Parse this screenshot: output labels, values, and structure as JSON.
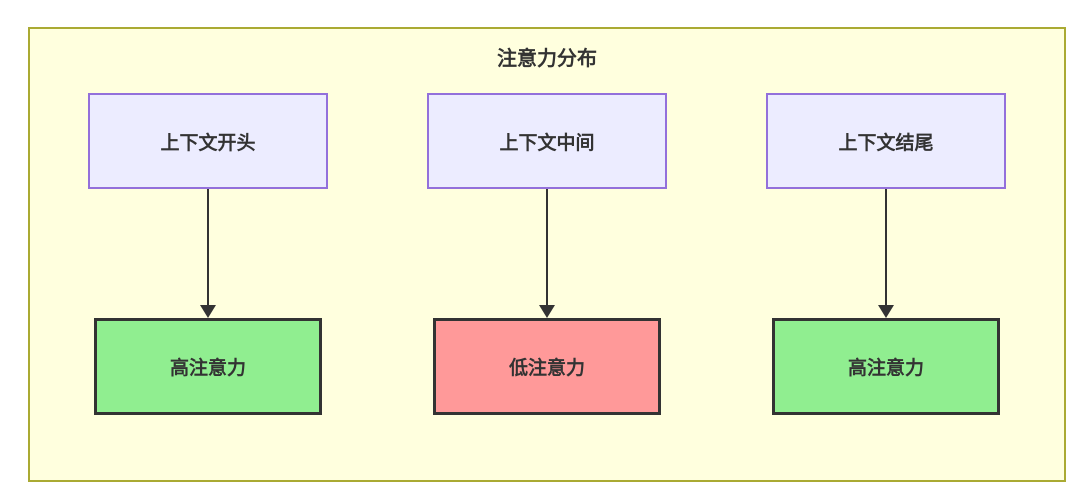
{
  "diagram": {
    "title": "注意力分布",
    "columns": [
      {
        "source": "上下文开头",
        "target": "高注意力",
        "level": "high"
      },
      {
        "source": "上下文中间",
        "target": "低注意力",
        "level": "low"
      },
      {
        "source": "上下文结尾",
        "target": "高注意力",
        "level": "high"
      }
    ],
    "colors": {
      "container_bg": "#FFFFDE",
      "container_border": "#AAAA33",
      "source_bg": "#ECECFF",
      "source_border": "#9370DB",
      "high_attention_bg": "#90EE90",
      "low_attention_bg": "#FF9999",
      "target_border": "#333333",
      "arrow": "#333333",
      "text": "#333333"
    }
  }
}
